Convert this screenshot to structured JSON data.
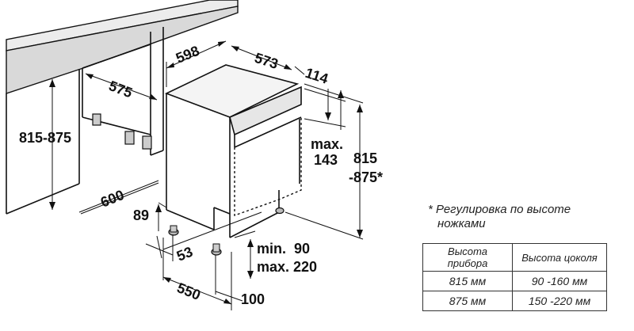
{
  "dimensions": {
    "counter_height": "815-875",
    "cabinet_depth": "575",
    "floor_depth": "600",
    "appliance_width": "598",
    "appliance_depth": "573",
    "door_offset": "114",
    "panel_max_label": "max.",
    "panel_max_value": "143",
    "height_top": "815",
    "height_bottom": "-875*",
    "plinth_height": "89",
    "foot_offset": "53",
    "base_depth": "550",
    "front_offset": "100",
    "plinth_min": "min.  90",
    "plinth_max": "max. 220"
  },
  "note": {
    "line1": "* Регулировка по высоте",
    "line2": "ножками"
  },
  "table": {
    "headers": [
      "Высота прибора",
      "Высота цоколя"
    ],
    "rows": [
      [
        "815 мм",
        "90 -160 мм"
      ],
      [
        "875 мм",
        "150 -220 мм"
      ]
    ]
  }
}
